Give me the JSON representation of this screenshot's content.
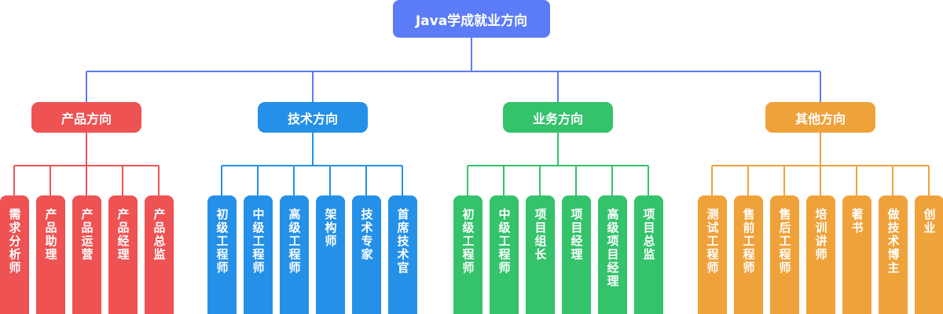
{
  "root": {
    "label": "Java学成就业方向",
    "color": "#5B7CF6"
  },
  "branches": [
    {
      "label": "产品方向",
      "color": "#EE5253",
      "leaves": [
        "需求分析师",
        "产品助理",
        "产品运营",
        "产品经理",
        "产品总监"
      ]
    },
    {
      "label": "技术方向",
      "color": "#2490E8",
      "leaves": [
        "初级工程师",
        "中级工程师",
        "高级工程师",
        "架构师",
        "技术专家",
        "首席技术官"
      ]
    },
    {
      "label": "业务方向",
      "color": "#34C26B",
      "leaves": [
        "初级工程师",
        "中级工程师",
        "项目组长",
        "项目经理",
        "高级项目经理",
        "项目总监"
      ]
    },
    {
      "label": "其他方向",
      "color": "#F0A23A",
      "leaves": [
        "测试工程师",
        "售前工程师",
        "售后工程师",
        "培训讲师",
        "著书",
        "做技术博主",
        "创业"
      ]
    }
  ]
}
